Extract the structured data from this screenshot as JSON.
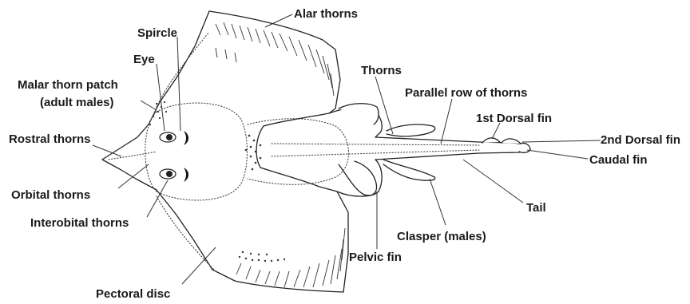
{
  "diagram": {
    "labels": {
      "alar_thorns": "Alar thorns",
      "spircle": "Spircle",
      "eye": "Eye",
      "malar_1": "Malar thorn patch",
      "malar_2": "(adult males)",
      "rostral_thorns": "Rostral thorns",
      "orbital_thorns": "Orbital thorns",
      "interobital_thorns": "Interobital thorns",
      "pectoral_disc": "Pectoral disc",
      "pelvic_fin": "Pelvic fin",
      "clasper": "Clasper (males)",
      "tail": "Tail",
      "caudal_fin": "Caudal fin",
      "second_dorsal": "2nd Dorsal fin",
      "first_dorsal": "1st Dorsal fin",
      "parallel_row": "Parallel row of thorns",
      "thorns": "Thorns"
    },
    "colors": {
      "ink": "#1a1a1a",
      "background": "#ffffff"
    }
  }
}
